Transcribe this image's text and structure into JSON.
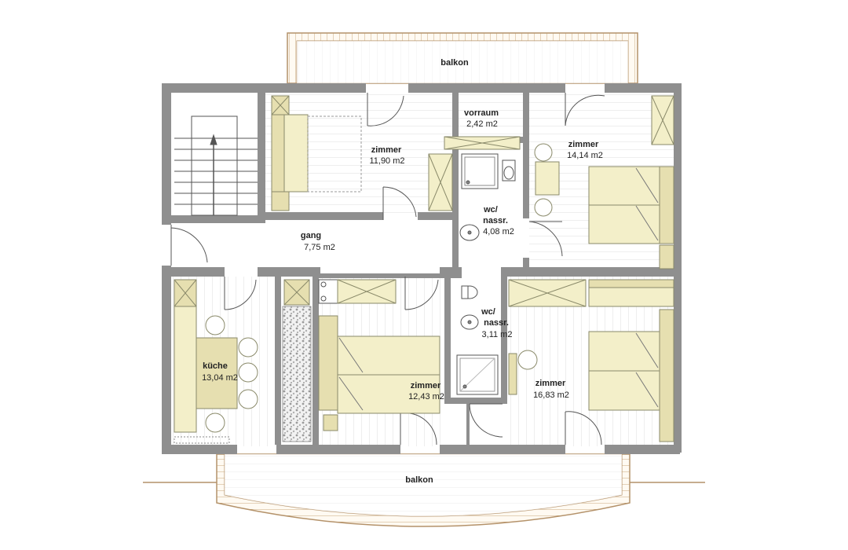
{
  "plan": {
    "balconies": {
      "top": "balkon",
      "bottom": "balkon"
    },
    "rooms": {
      "zimmer_1": {
        "name": "zimmer",
        "area": "11,90 m2"
      },
      "vorraum": {
        "name": "vorraum",
        "area": "2,42 m2"
      },
      "zimmer_2": {
        "name": "zimmer",
        "area": "14,14 m2"
      },
      "wc_1": {
        "name": "wc/",
        "name2": "nassr.",
        "area": "4,08 m2"
      },
      "gang": {
        "name": "gang",
        "area": "7,75 m2"
      },
      "kueche": {
        "name": "küche",
        "area": "13,04 m2"
      },
      "wc_2": {
        "name": "wc/",
        "name2": "nassr.",
        "area": "3,11 m2"
      },
      "zimmer_3": {
        "name": "zimmer",
        "area": "12,43 m2"
      },
      "zimmer_4": {
        "name": "zimmer",
        "area": "16,83 m2"
      }
    },
    "colors": {
      "wall": "#8f8f8f",
      "floor_lines": "#dcdcdc",
      "furniture": "#f3efc9",
      "furniture_dark": "#e6dfb0",
      "furniture_stroke": "#8a8a6a",
      "balcony_stroke": "#b4926a",
      "balcony_fill": "#fffaf2"
    }
  }
}
